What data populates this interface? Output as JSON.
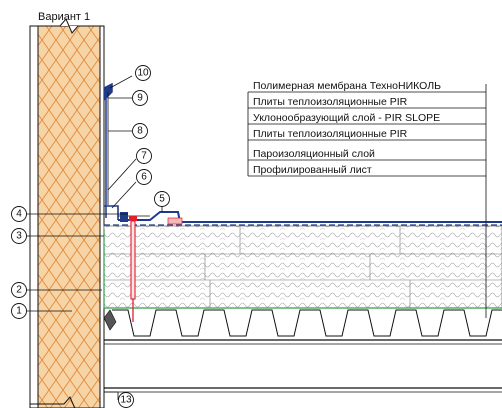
{
  "title": "Вариант 1",
  "layers": [
    "Полимерная мембрана ТехноНИКОЛЬ",
    "Плиты теплоизоляционные PIR",
    "Уклонообразующий слой - PIR SLOPE",
    "Плиты теплоизоляционные PIR",
    "Пароизоляционный слой",
    "Профилированный лист"
  ],
  "callouts": [
    "1",
    "2",
    "3",
    "4",
    "5",
    "6",
    "7",
    "8",
    "9",
    "10",
    "13"
  ],
  "colors": {
    "insulation": "#f4cfa0",
    "insulation_line": "#e08a3a",
    "membrane": "#1e3a8a",
    "fastener": "#e11d2e",
    "vapor": "#2ea043",
    "outline": "#111111"
  }
}
